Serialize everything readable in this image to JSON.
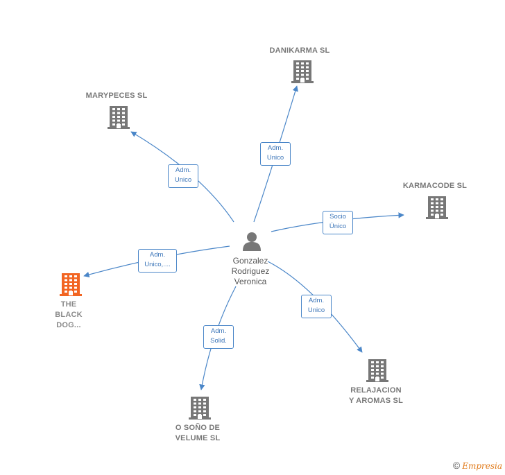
{
  "center": {
    "name": "Gonzalez\nRodriguez\nVeronica",
    "icon": "person-icon"
  },
  "companies": [
    {
      "id": "danikarma",
      "name": "DANIKARMA SL",
      "icon": "building-icon",
      "color": "#777777"
    },
    {
      "id": "marypeces",
      "name": "MARYPECES SL",
      "icon": "building-icon",
      "color": "#777777"
    },
    {
      "id": "karmacode",
      "name": "KARMACODE SL",
      "icon": "building-icon",
      "color": "#777777"
    },
    {
      "id": "theblackdog",
      "name": "THE\nBLACK\nDOG...",
      "icon": "building-icon",
      "color": "#f26522"
    },
    {
      "id": "relajacion",
      "name": "RELAJACION\nY AROMAS  SL",
      "icon": "building-icon",
      "color": "#777777"
    },
    {
      "id": "osono",
      "name": "O SOÑO DE\nVELUME SL",
      "icon": "building-icon",
      "color": "#777777"
    }
  ],
  "relations": [
    {
      "to": "danikarma",
      "label": "Adm.\nUnico"
    },
    {
      "to": "marypeces",
      "label": "Adm.\nUnico"
    },
    {
      "to": "karmacode",
      "label": "Socio\nÚnico"
    },
    {
      "to": "theblackdog",
      "label": "Adm.\nUnico,...."
    },
    {
      "to": "relajacion",
      "label": "Adm.\nUnico"
    },
    {
      "to": "osono",
      "label": "Adm.\nSolid."
    }
  ],
  "colors": {
    "edge": "#4a86c8",
    "node": "#777777",
    "highlight": "#f26522"
  },
  "footer": {
    "copyright": "©",
    "brand": "Empresia"
  }
}
